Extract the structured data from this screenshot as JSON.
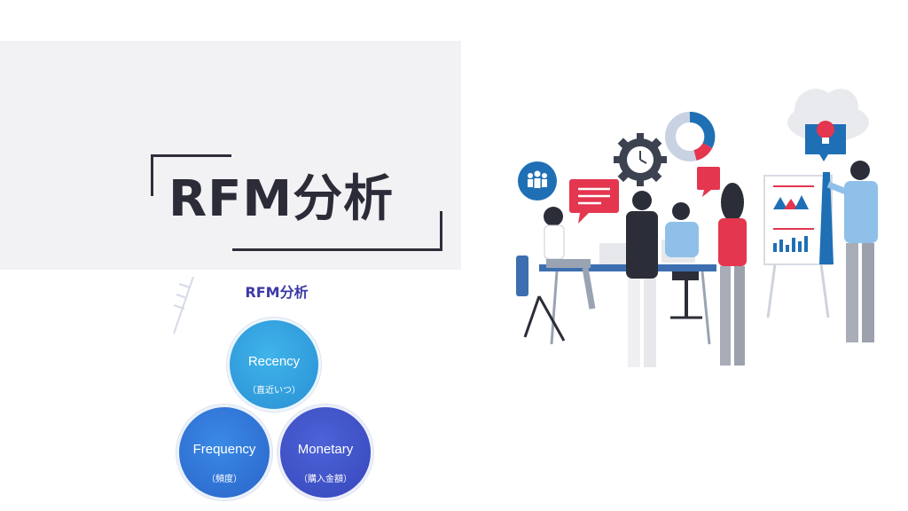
{
  "title": "RFM分析",
  "venn": {
    "title": "RFM分析",
    "circles": [
      {
        "label": "Recency",
        "sub": "（直近いつ）",
        "color": "#2f9fe0"
      },
      {
        "label": "Frequency",
        "sub": "（頻度）",
        "color": "#2f74d6"
      },
      {
        "label": "Monetary",
        "sub": "（購入金額）",
        "color": "#3d52c4"
      }
    ]
  },
  "icons": [
    "team-icon",
    "gear-clock-icon",
    "donut-chart-icon",
    "chat-bubble-icon",
    "cloud-lightbulb-icon",
    "presentation-board-icon"
  ],
  "colors": {
    "title_text": "#2b2c38",
    "accent_blue": "#1f6fb5",
    "accent_red": "#e4364f",
    "panel_bg": "#f2f1f4"
  }
}
